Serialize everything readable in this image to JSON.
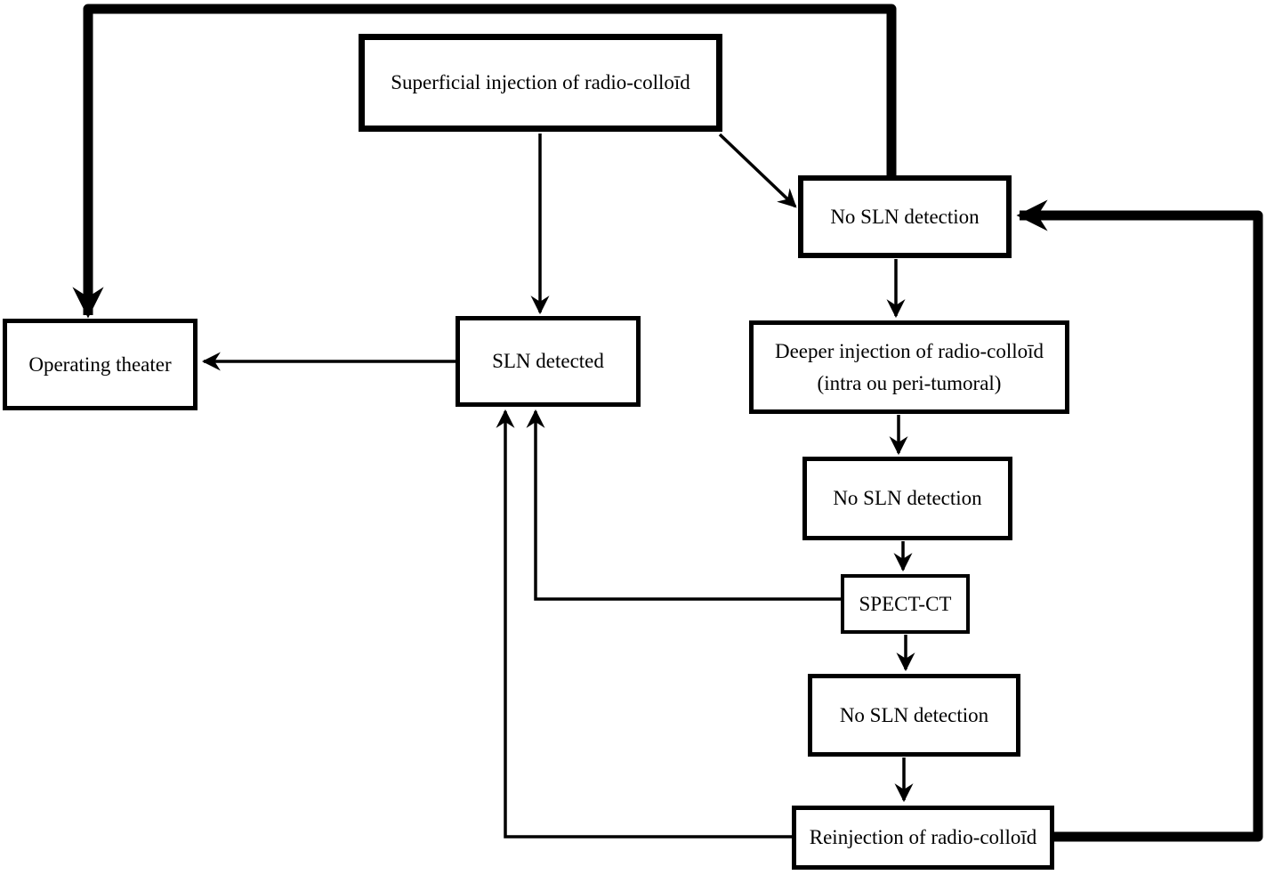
{
  "diagram": {
    "colors": {
      "ink": "#000000",
      "background": "#ffffff",
      "box_fill": "#ffffff"
    },
    "nodes": {
      "superficial": {
        "label": "Superficial injection of radio-colloīd"
      },
      "no_sln_1": {
        "label": "No SLN detection"
      },
      "operating": {
        "label": "Operating theater"
      },
      "sln_detected": {
        "label": "SLN detected"
      },
      "deeper": {
        "line1": "Deeper injection of radio-colloīd",
        "line2": "(intra ou peri-tumoral)"
      },
      "no_sln_2": {
        "label": "No SLN detection"
      },
      "spect_ct": {
        "label": "SPECT-CT"
      },
      "no_sln_3": {
        "label": "No SLN detection"
      },
      "reinjection": {
        "label": "Reinjection of radio-colloīd"
      }
    },
    "edges": [
      {
        "from": "superficial",
        "to": "sln_detected",
        "style": "thin"
      },
      {
        "from": "superficial",
        "to": "no_sln_1",
        "style": "thin"
      },
      {
        "from": "no_sln_1",
        "to": "deeper",
        "style": "thin"
      },
      {
        "from": "deeper",
        "to": "no_sln_2",
        "style": "thin"
      },
      {
        "from": "no_sln_2",
        "to": "spect_ct",
        "style": "thin"
      },
      {
        "from": "spect_ct",
        "to": "sln_detected",
        "style": "thin"
      },
      {
        "from": "spect_ct",
        "to": "no_sln_3",
        "style": "thin"
      },
      {
        "from": "no_sln_3",
        "to": "reinjection",
        "style": "thin"
      },
      {
        "from": "reinjection",
        "to": "sln_detected",
        "style": "thin"
      },
      {
        "from": "sln_detected",
        "to": "operating",
        "style": "thin"
      },
      {
        "from": "no_sln_1",
        "to": "operating",
        "style": "thick"
      },
      {
        "from": "reinjection",
        "to": "no_sln_1",
        "style": "thick"
      }
    ]
  }
}
